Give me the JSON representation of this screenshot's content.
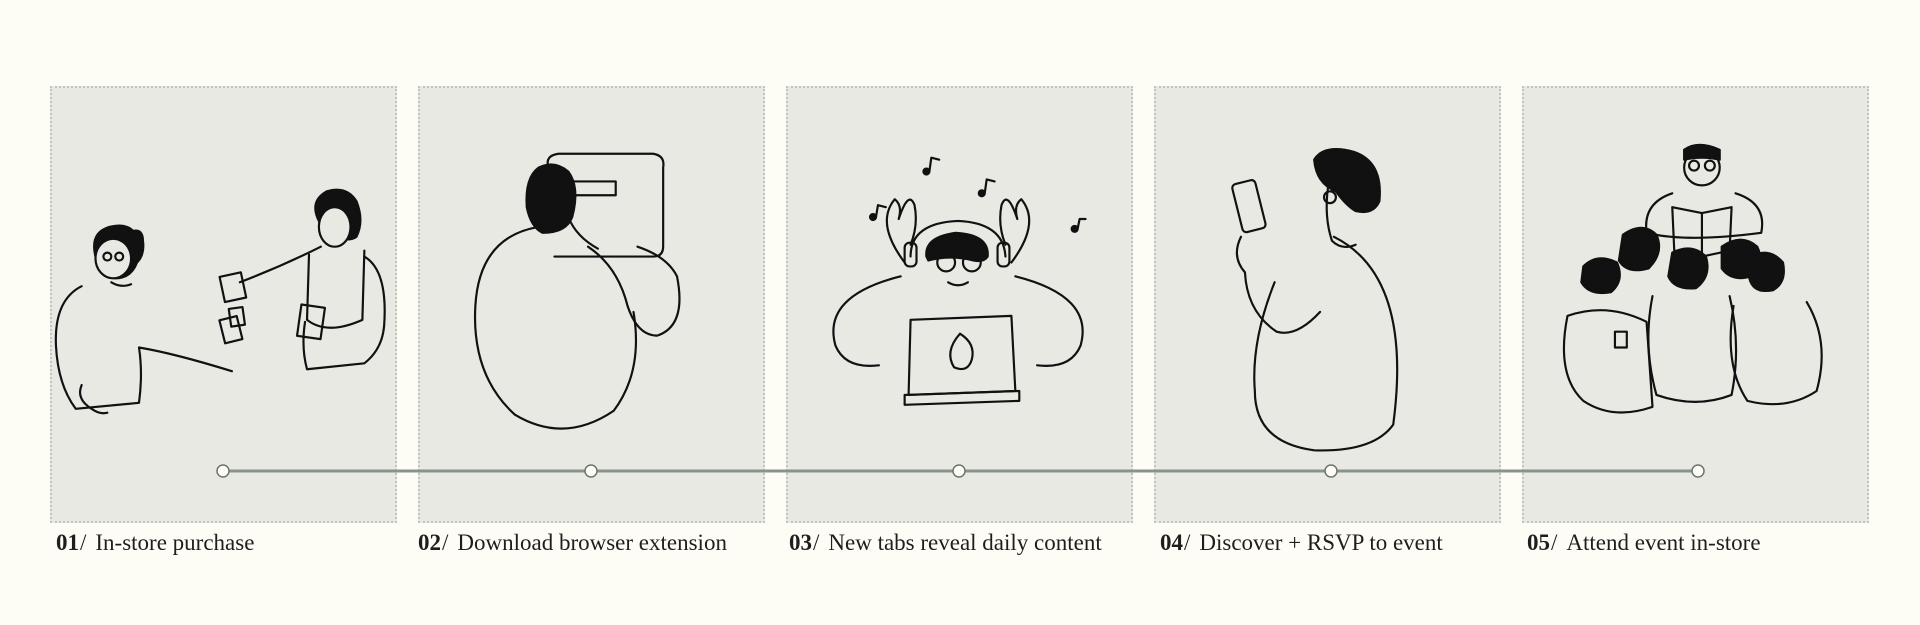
{
  "steps": [
    {
      "number": "01",
      "separator": "/",
      "label": "In-store purchase"
    },
    {
      "number": "02",
      "separator": "/",
      "label": "Download browser extension"
    },
    {
      "number": "03",
      "separator": "/",
      "label": "New tabs reveal daily content"
    },
    {
      "number": "04",
      "separator": "/",
      "label": "Discover + RSVP to event"
    },
    {
      "number": "05",
      "separator": "/",
      "label": "Attend event in-store"
    }
  ],
  "illustrations": [
    "people-exchanging-money-illustration",
    "person-at-computer-illustration",
    "person-with-headphones-and-laptop-illustration",
    "person-holding-phone-illustration",
    "group-reading-book-illustration"
  ],
  "colors": {
    "background": "#fdfdf6",
    "panel": "#e9e9e4",
    "timeline": "#8a938b",
    "text": "#1e1e1e"
  }
}
